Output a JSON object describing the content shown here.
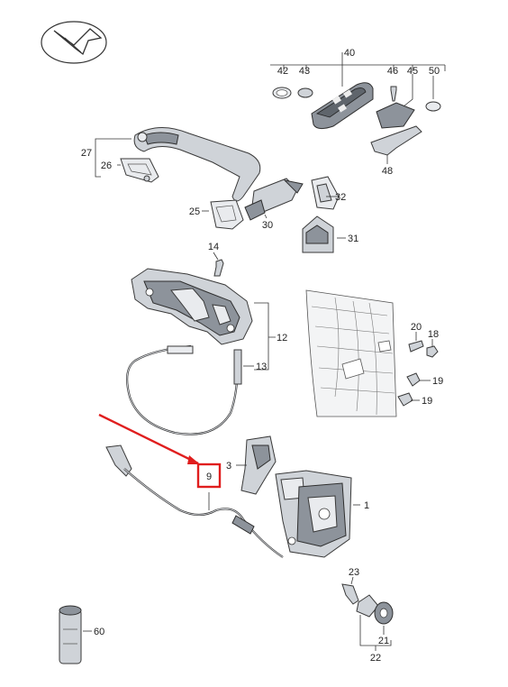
{
  "diagram": {
    "colors": {
      "highlight": "#e01e1e",
      "arrow": "#e01e1e",
      "line": "#333333",
      "part_fill": "#cfd3d8"
    },
    "icons": [
      "logo-arrow-emblem-icon"
    ],
    "callouts": [
      {
        "id": "40",
        "text": "40"
      },
      {
        "id": "42",
        "text": "42"
      },
      {
        "id": "43",
        "text": "43"
      },
      {
        "id": "46",
        "text": "46"
      },
      {
        "id": "45",
        "text": "45"
      },
      {
        "id": "50",
        "text": "50"
      },
      {
        "id": "48",
        "text": "48"
      },
      {
        "id": "27",
        "text": "27"
      },
      {
        "id": "26",
        "text": "26"
      },
      {
        "id": "32",
        "text": "32"
      },
      {
        "id": "25",
        "text": "25"
      },
      {
        "id": "30",
        "text": "30"
      },
      {
        "id": "31",
        "text": "31"
      },
      {
        "id": "14",
        "text": "14"
      },
      {
        "id": "12",
        "text": "12"
      },
      {
        "id": "13",
        "text": "13"
      },
      {
        "id": "20",
        "text": "20"
      },
      {
        "id": "18",
        "text": "18"
      },
      {
        "id": "19a",
        "text": "19"
      },
      {
        "id": "19b",
        "text": "19"
      },
      {
        "id": "3",
        "text": "3"
      },
      {
        "id": "9",
        "text": "9"
      },
      {
        "id": "1",
        "text": "1"
      },
      {
        "id": "23",
        "text": "23"
      },
      {
        "id": "21",
        "text": "21"
      },
      {
        "id": "22",
        "text": "22"
      },
      {
        "id": "60",
        "text": "60"
      }
    ],
    "highlighted_callout": "9"
  }
}
